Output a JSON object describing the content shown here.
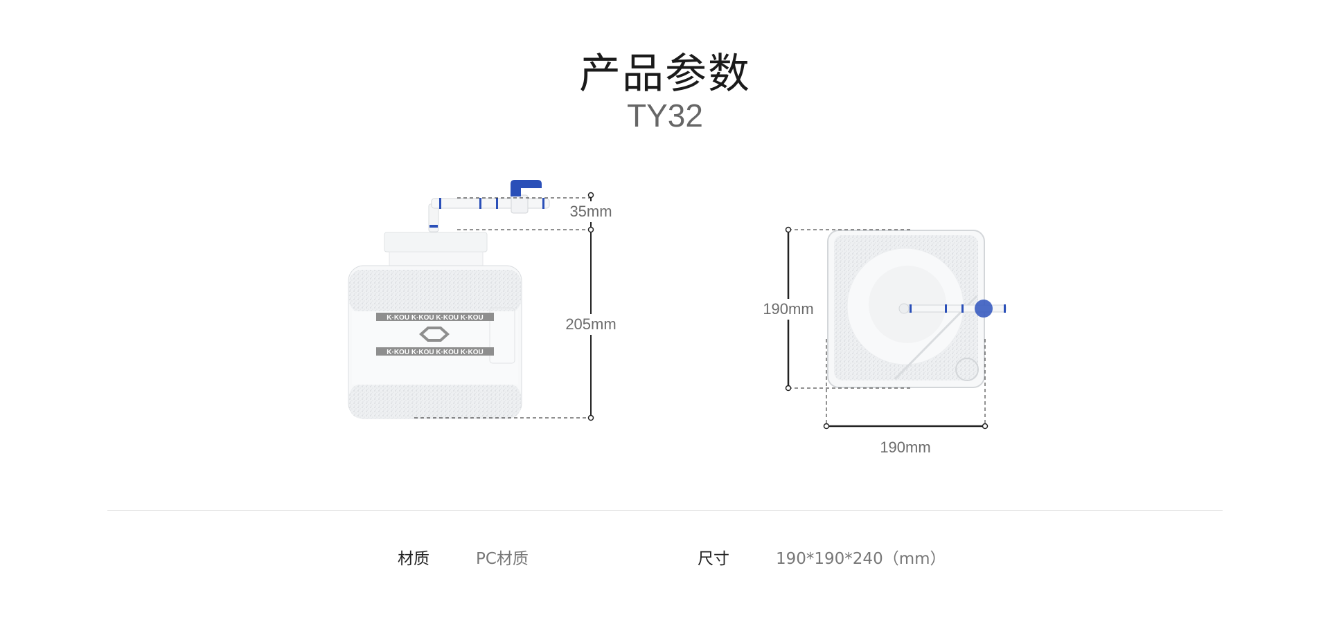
{
  "header": {
    "title": "产品参数",
    "model": "TY32"
  },
  "side_view": {
    "pipe_height": "35mm",
    "body_height": "205mm",
    "label_text": [
      "K·KOU K·KOU K·KOU K·KOU"
    ]
  },
  "top_view": {
    "depth": "190mm",
    "width": "190mm"
  },
  "specs": [
    {
      "label": "材质",
      "value": "PC材质"
    },
    {
      "label": "尺寸",
      "value": "190*190*240（mm）"
    }
  ],
  "colors": {
    "valve_blue": "#2a4fb8",
    "text_dark": "#1a1a1a",
    "text_gray": "#666666"
  }
}
